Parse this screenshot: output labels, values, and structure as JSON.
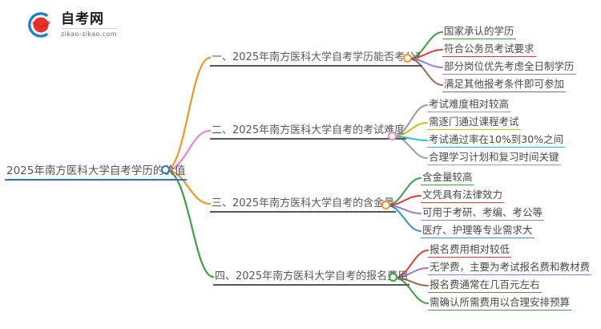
{
  "logo": {
    "icon_name": "zikao-logo-icon",
    "title": "自考网",
    "subtitle": "zikao-zikao.com"
  },
  "mindmap": {
    "root": {
      "label": "2025年南方医科大学自考学历的价值",
      "color": "#2f6fd0"
    },
    "branches": [
      {
        "label": "一、2025年南方医科大学自考学历能否考公?",
        "color": "#f0962b",
        "leaves": [
          {
            "label": "国家承认的学历",
            "color": "#3d9e44"
          },
          {
            "label": "符合公务员考试要求",
            "color": "#e03a3a"
          },
          {
            "label": "部分岗位优先考虑全日制学历",
            "color": "#9b7ad6"
          },
          {
            "label": "满足其他报考条件即可参加",
            "color": "#9c6b55"
          }
        ]
      },
      {
        "label": "二、2025年南方医科大学自考的考试难度",
        "color": "#ea86c8",
        "leaves": [
          {
            "label": "考试难度相对较高",
            "color": "#9a9a9a"
          },
          {
            "label": "需逐门通过课程考试",
            "color": "#c8c21f"
          },
          {
            "label": "考试通过率在10%到30%之间",
            "color": "#22c0dd"
          },
          {
            "label": "合理学习计划和复习时间关键",
            "color": "#8fa3ad"
          }
        ]
      },
      {
        "label": "三、2025年南方医科大学自考的含金量",
        "color": "#f0962b",
        "leaves": [
          {
            "label": "含金量较高",
            "color": "#3d9e44"
          },
          {
            "label": "文凭具有法律效力",
            "color": "#e03a3a"
          },
          {
            "label": "可用于考研、考编、考公等",
            "color": "#9b7ad6"
          },
          {
            "label": "医疗、护理等专业需求大",
            "color": "#3b8fd4"
          }
        ]
      },
      {
        "label": "四、2025年南方医科大学自考的报名费用",
        "color": "#3d9e44",
        "leaves": [
          {
            "label": "报名费用相对较低",
            "color": "#e03a3a"
          },
          {
            "label": "无学费，主要为考试报名费和教材费",
            "color": "#9b7ad6"
          },
          {
            "label": "报名费通常在几百元左右",
            "color": "#9c6b55"
          },
          {
            "label": "需确认所需费用以合理安排预算",
            "color": "#3d9e44"
          }
        ]
      }
    ]
  }
}
